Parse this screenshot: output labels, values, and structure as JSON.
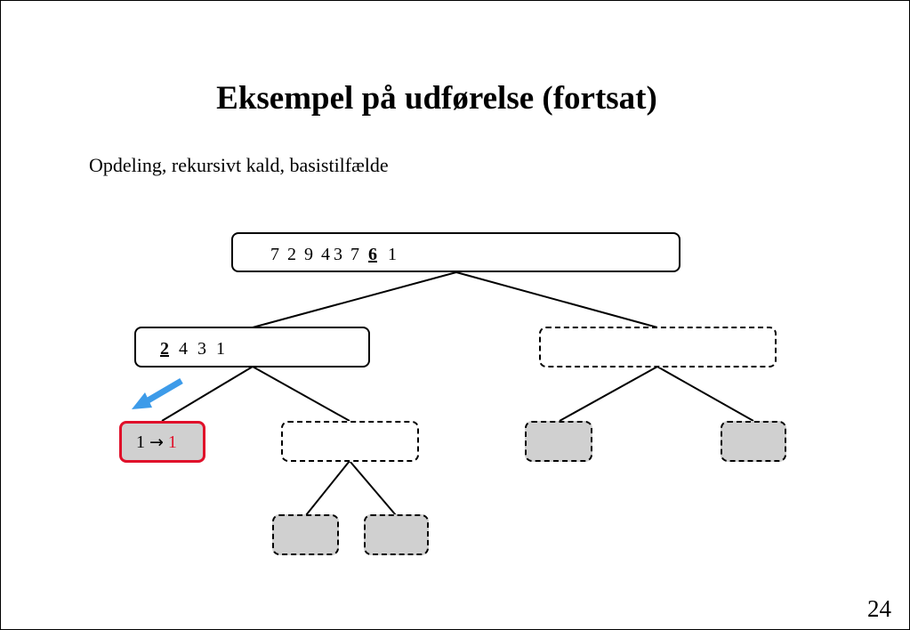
{
  "slide": {
    "title": "Eksempel på udførelse (fortsat)",
    "subtitle": "Opdeling, rekursivt kald, basistilfælde",
    "page_number": "24"
  },
  "tree": {
    "root": {
      "items": [
        "7",
        "2",
        "9",
        "4",
        "3",
        "7",
        "6",
        "1"
      ],
      "pivot_index": 6
    },
    "left": {
      "items": [
        "2",
        "4",
        "3",
        "1"
      ],
      "pivot_index": 0
    },
    "base_case": {
      "input": "1",
      "arrow": "→",
      "output": "1"
    }
  },
  "colors": {
    "highlight": "#e0102a",
    "arrow": "#3d9be9",
    "base_fill": "#d0d0d0"
  }
}
